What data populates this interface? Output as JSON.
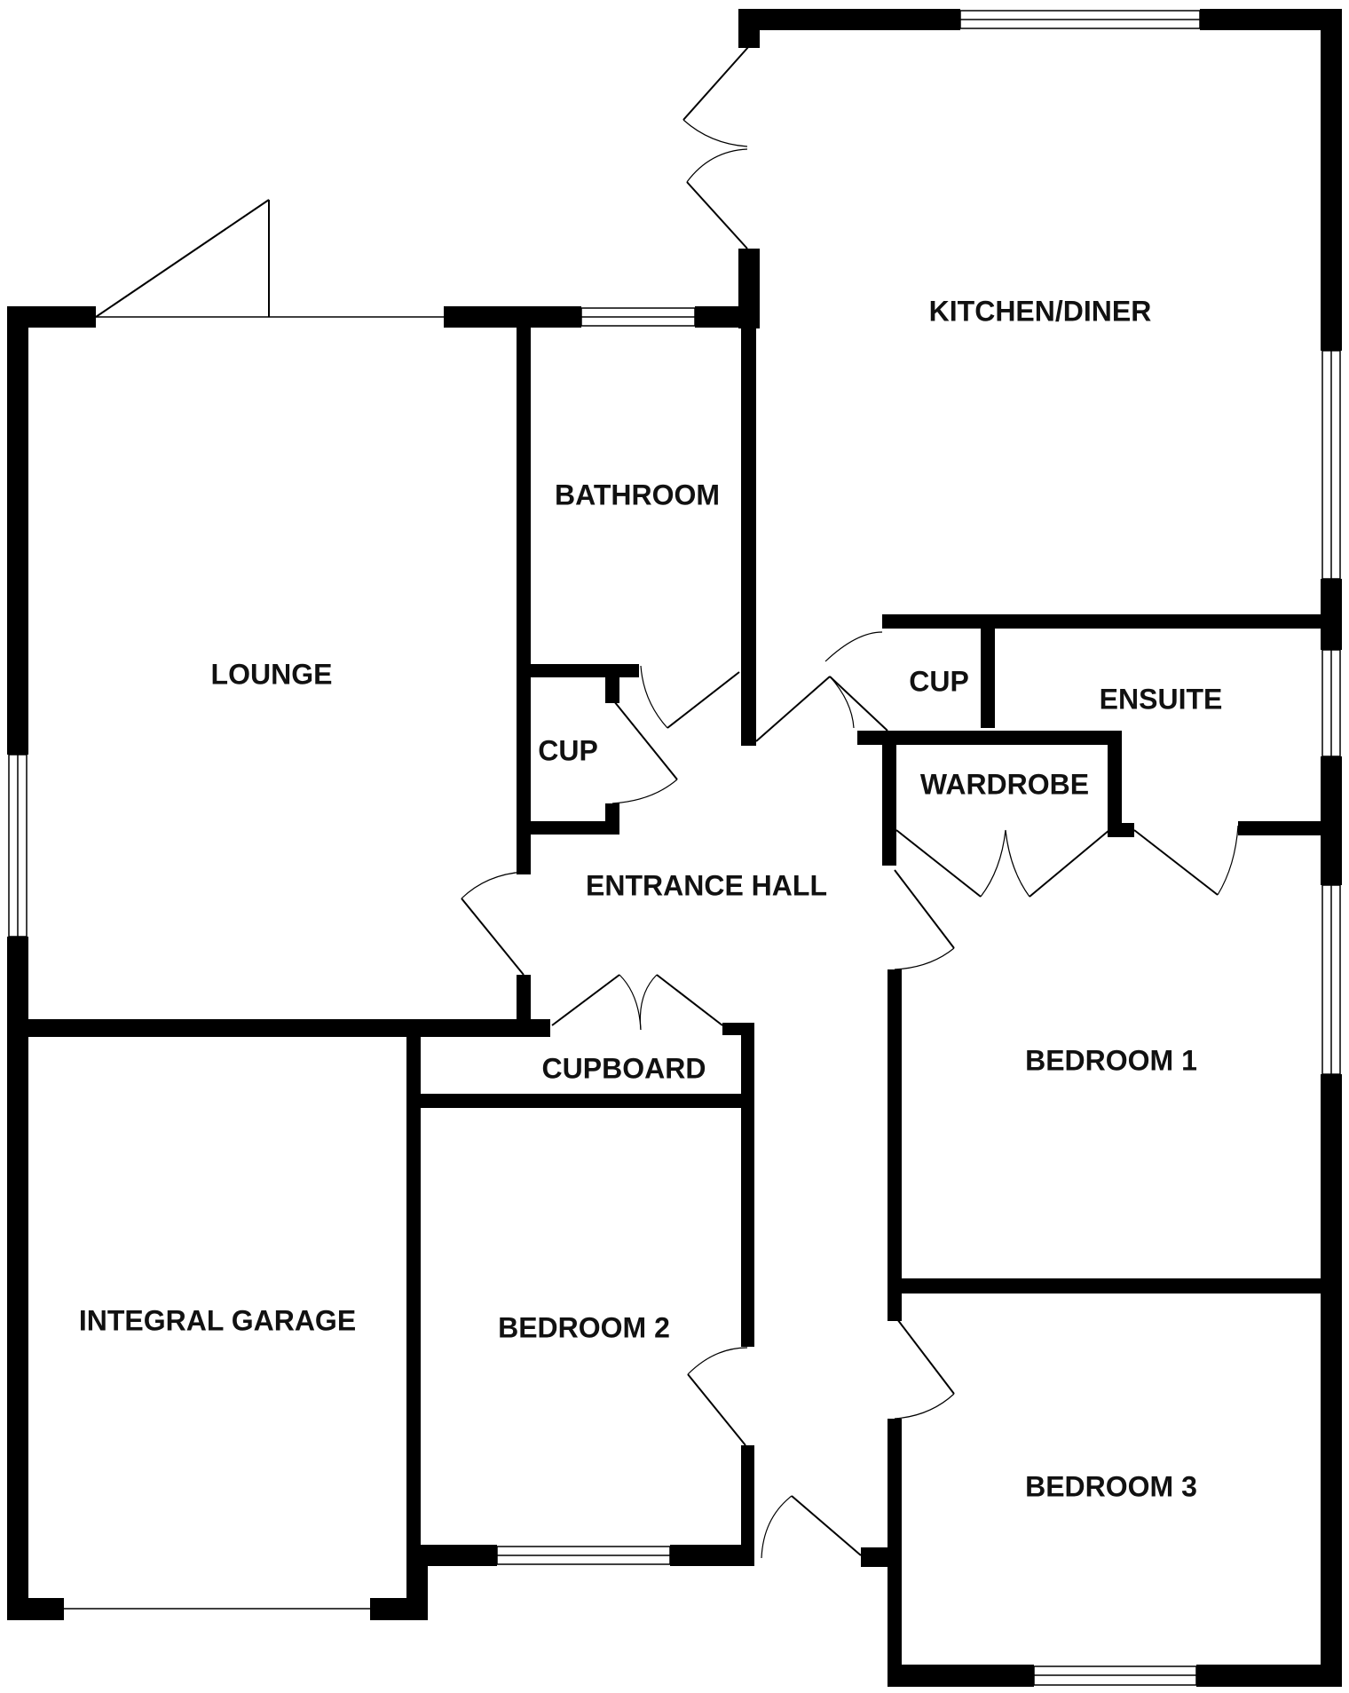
{
  "rooms": {
    "kitchen_diner": "KITCHEN/DINER",
    "bathroom": "BATHROOM",
    "lounge": "LOUNGE",
    "cup_hall": "CUP",
    "cup_bedroom": "CUP",
    "ensuite": "ENSUITE",
    "wardrobe": "WARDROBE",
    "entrance_hall": "ENTRANCE HALL",
    "cupboard": "CUPBOARD",
    "bedroom_1": "BEDROOM 1",
    "integral_garage": "INTEGRAL GARAGE",
    "bedroom_2": "BEDROOM 2",
    "bedroom_3": "BEDROOM 3"
  },
  "colors": {
    "wall": "#000000",
    "window": "#ffffff",
    "door_line": "#000000",
    "label": "#111111"
  }
}
